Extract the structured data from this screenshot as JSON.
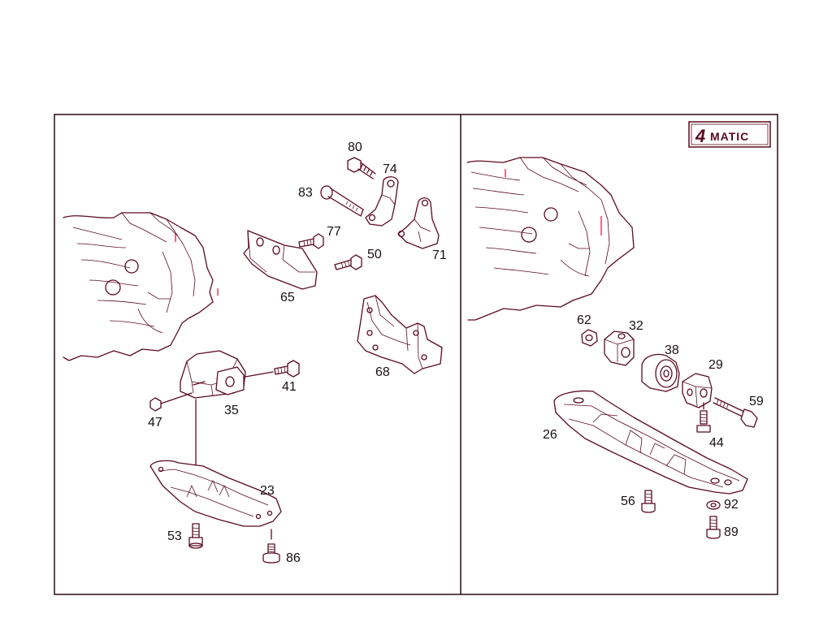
{
  "badge": {
    "prefix": "4",
    "text": "MATIC"
  },
  "left_panel": {
    "callouts": [
      {
        "id": "80",
        "label": "80"
      },
      {
        "id": "74",
        "label": "74"
      },
      {
        "id": "83",
        "label": "83"
      },
      {
        "id": "77",
        "label": "77"
      },
      {
        "id": "71",
        "label": "71"
      },
      {
        "id": "50",
        "label": "50"
      },
      {
        "id": "65",
        "label": "65"
      },
      {
        "id": "68",
        "label": "68"
      },
      {
        "id": "41",
        "label": "41"
      },
      {
        "id": "35",
        "label": "35"
      },
      {
        "id": "47",
        "label": "47"
      },
      {
        "id": "23",
        "label": "23"
      },
      {
        "id": "53",
        "label": "53"
      },
      {
        "id": "86",
        "label": "86"
      }
    ]
  },
  "right_panel": {
    "callouts": [
      {
        "id": "62",
        "label": "62"
      },
      {
        "id": "32",
        "label": "32"
      },
      {
        "id": "38",
        "label": "38"
      },
      {
        "id": "29",
        "label": "29"
      },
      {
        "id": "59",
        "label": "59"
      },
      {
        "id": "26",
        "label": "26"
      },
      {
        "id": "44",
        "label": "44"
      },
      {
        "id": "56",
        "label": "56"
      },
      {
        "id": "92",
        "label": "92"
      },
      {
        "id": "89",
        "label": "89"
      }
    ]
  },
  "colors": {
    "line": "#5c0a1e",
    "accent": "#d0102a",
    "text": "#1a0f12",
    "background": "#ffffff"
  }
}
